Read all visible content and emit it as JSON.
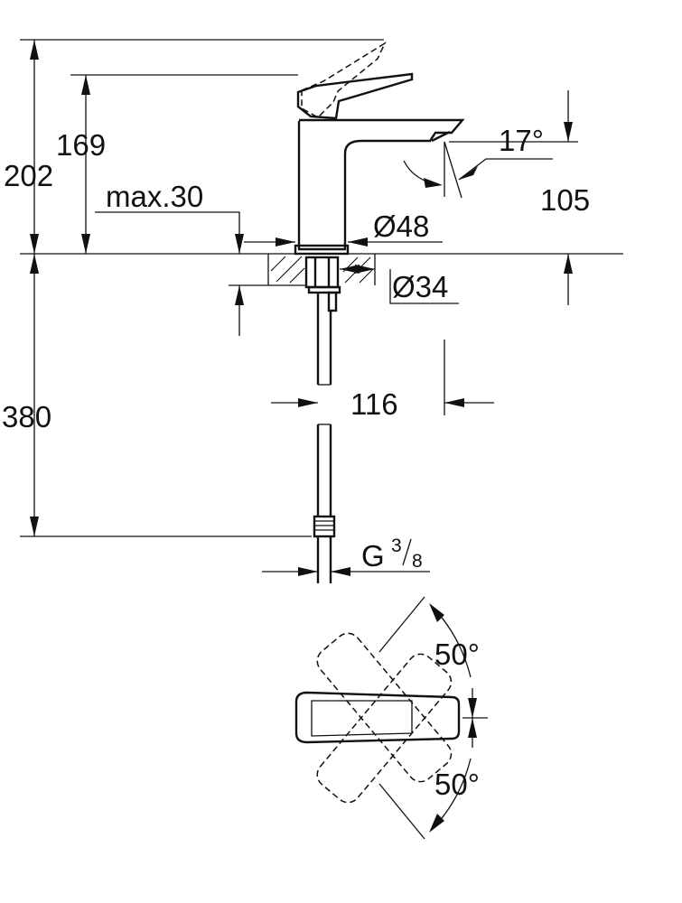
{
  "drawing": {
    "dimensions": {
      "height_total": "202",
      "height_spout": "169",
      "deck_thickness": "max.30",
      "spout_angle": "17°",
      "spout_clearance": "105",
      "base_diameter": "Ø48",
      "hole_diameter": "Ø34",
      "hose_length": "380",
      "projection": "116",
      "thread_letter": "G",
      "thread_num": "3",
      "thread_den": "8",
      "lever_angle_top": "50°",
      "lever_angle_bottom": "50°"
    }
  }
}
